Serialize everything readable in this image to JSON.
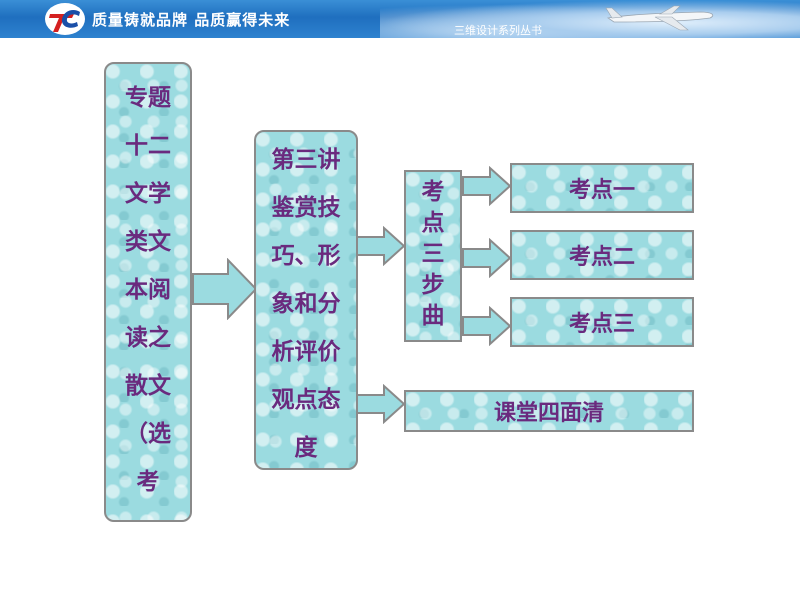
{
  "header": {
    "slogan": "质量铸就品牌 品质赢得未来",
    "series": "三维设计系列丛书"
  },
  "diagram": {
    "topic_lines": [
      "专题",
      "十二",
      "文学",
      "类文",
      "本阅",
      "读之",
      "散文",
      "（选",
      "考"
    ],
    "lecture_lines": [
      "第三讲",
      "鉴赏技",
      "巧、形",
      "象和分",
      "析评价",
      "观点态",
      "度"
    ],
    "steps_lines": [
      "考",
      "点",
      "三",
      "步",
      "曲"
    ],
    "points": [
      "考点一",
      "考点二",
      "考点三"
    ],
    "review": "课堂四面清"
  },
  "colors": {
    "box_fill": "#9bdbe0",
    "text": "#6a2a7e",
    "banner": "#1f6fbf"
  }
}
